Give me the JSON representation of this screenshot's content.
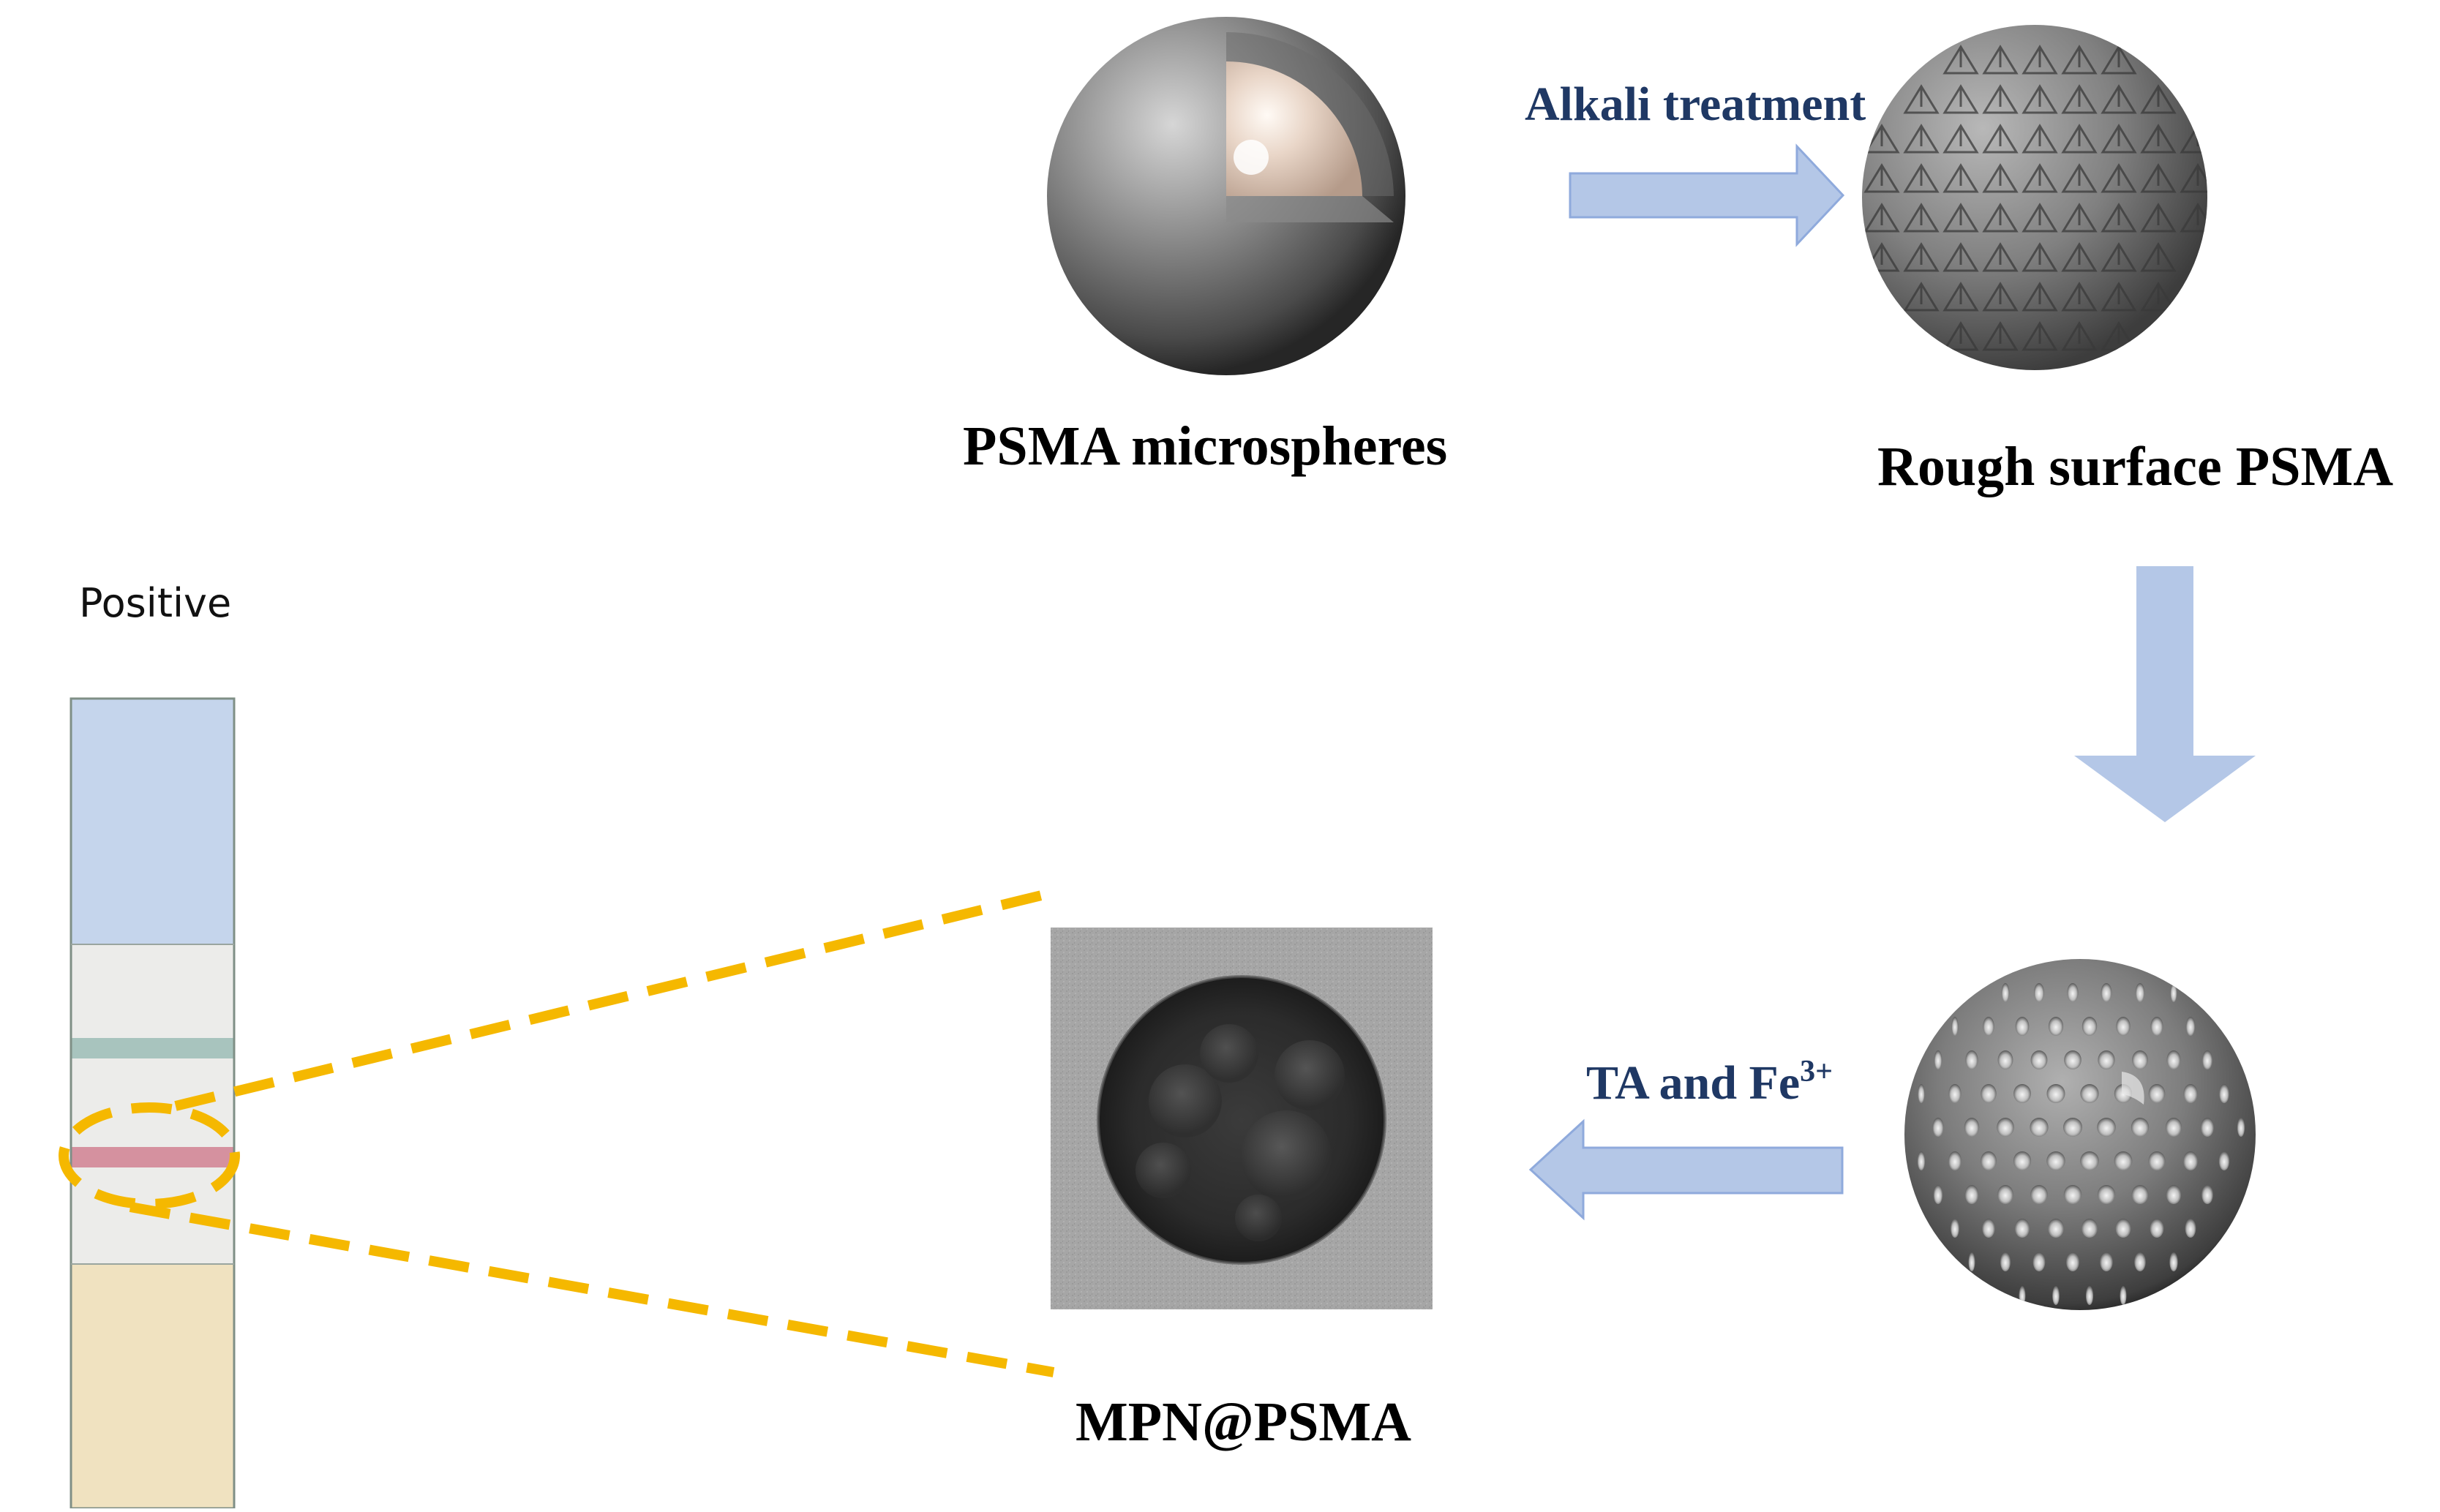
{
  "labels": {
    "psma_microspheres": "PSMA microspheres",
    "rough_surface": "Rough surface PSMA",
    "mpn_psma": "MPN@PSMA",
    "positive": "Positive"
  },
  "steps": {
    "alkali": "Alkali treatment",
    "ta_prefix": "TA and Fe",
    "ta_superscript": "3+"
  },
  "colors": {
    "arrow": "#b4c7e7",
    "arrow_edge": "#8faadc",
    "step_text": "#1f3864",
    "zoom_dash": "#f5b800",
    "strip_sample_pad": "#c5d5ec",
    "strip_membrane": "#ececea",
    "strip_control_line": "#a8c4be",
    "strip_test_line": "#d5919f",
    "strip_absorbent_pad": "#f0e2c0"
  },
  "icons": {
    "core_shell_sphere": "cutaway-sphere-icon",
    "rough_sphere": "rough-sphere-icon",
    "dimpled_sphere": "dimpled-sphere-icon",
    "tem_image": "tem-micrograph",
    "test_strip": "lateral-flow-strip"
  }
}
